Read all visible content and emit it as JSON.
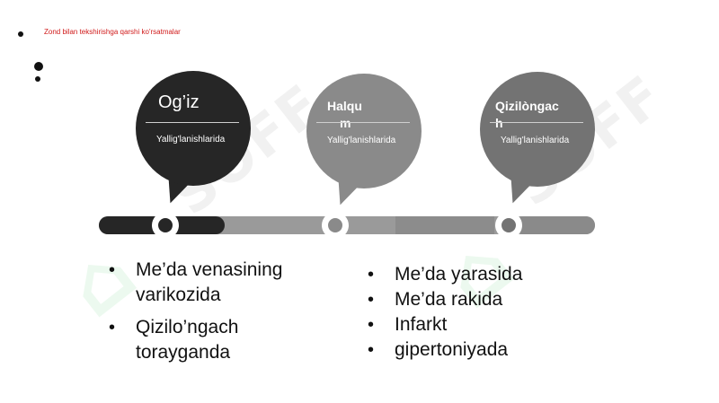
{
  "slide": {
    "header": "Zond bilan tekshirishga qarshi ko'rsatmalar",
    "watermark": "SOFF",
    "colors": {
      "accent_red": "#d01a1a",
      "bubble_dark": "#262626",
      "bubble_mid": "#8a8a8a",
      "bubble_gray": "#737373",
      "bar_dark": "#262626",
      "bar_light": "#9a9a9a"
    },
    "bubbles": [
      {
        "title": "Og’iz",
        "subtitle": "Yallig'lanishlarida"
      },
      {
        "title_line1": "Halqu",
        "title_line2": "m",
        "subtitle": "Yallig'lanishlarida"
      },
      {
        "title_line1": "Qizilòngac",
        "title_line2": "h",
        "subtitle": "Yallig'lanishlarida"
      }
    ],
    "left_list": [
      {
        "line1": "Me’da venasining",
        "line2": "varikozida"
      },
      {
        "line1": "Qizilo’ngach",
        "line2": "torayganda"
      }
    ],
    "right_list": [
      "Me’da yarasida",
      "Me’da rakida",
      "Infarkt",
      "gipertoniyada"
    ]
  }
}
